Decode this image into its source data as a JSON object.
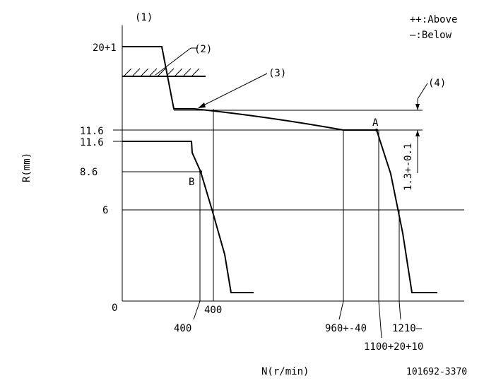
{
  "legend": {
    "above": "++:Above",
    "below": "—:Below"
  },
  "axes": {
    "y_title": "R(mm)",
    "x_title": "N(r/min)",
    "origin": "0"
  },
  "callouts": {
    "c1": "(1)",
    "c2": "(2)",
    "c3": "(3)",
    "c4": "(4)"
  },
  "y_ticks": {
    "r20": "20+1",
    "r11_6_upper": "11.6",
    "r11_6_lower": "11.6",
    "r8_6": "8.6",
    "r6": "6"
  },
  "x_ticks": {
    "n400_b": "400",
    "n400": "400",
    "n960": "960+-40",
    "n1100": "1100+20+10",
    "n1210": "1210—"
  },
  "points": {
    "a": "A",
    "b": "B"
  },
  "dimension": "1.3+-0.1",
  "part_number": "101692-3370"
}
